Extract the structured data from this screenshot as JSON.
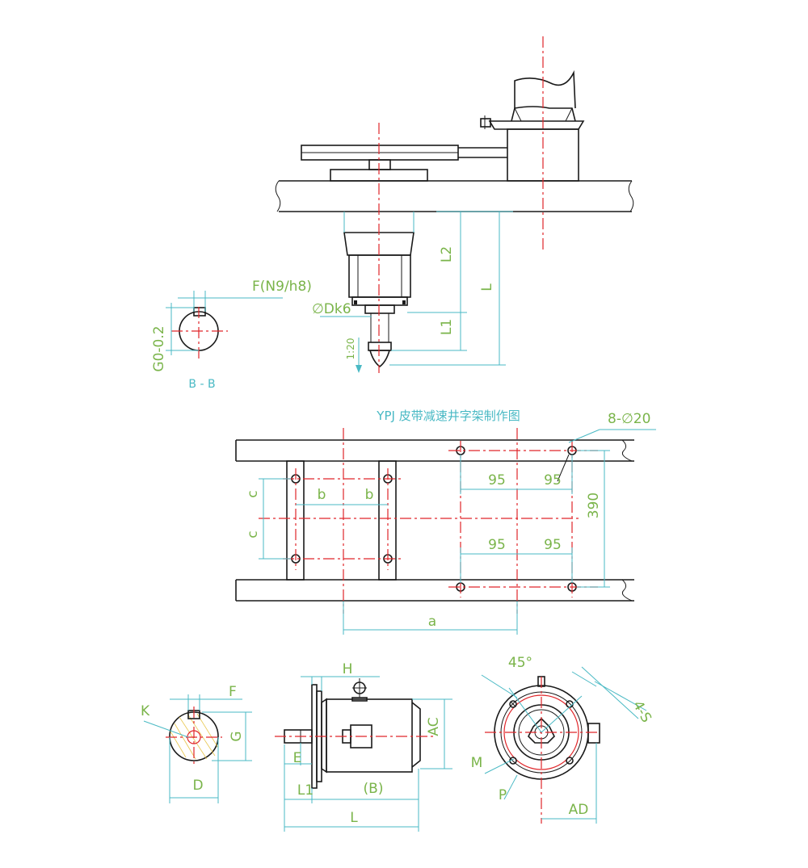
{
  "colors": {
    "outline": "#1a1a1a",
    "dimension": "#49b9c4",
    "centerline": "#e0262a",
    "label": "#7ab44a",
    "hatch": "#e8c64c"
  },
  "title": "YPJ 皮带减速井字架制作图",
  "top_view": {
    "L2": "L2",
    "L": "L",
    "L1": "L1",
    "Dk6": "∅Dk6",
    "taper": "1:20"
  },
  "section_bb": {
    "F": "F(N9/h8)",
    "G": "G0-0.2",
    "label": "B - B"
  },
  "frame_plan": {
    "holes": "8-∅20",
    "spacing_top_left": "95",
    "spacing_top_right": "95",
    "spacing_bot_left": "95",
    "spacing_bot_right": "95",
    "height": "390",
    "c_upper": "c",
    "c_lower": "c",
    "b_left": "b",
    "b_right": "b",
    "a": "a"
  },
  "motor": {
    "K": "K",
    "F": "F",
    "G": "G",
    "D": "D",
    "H": "H",
    "E": "E",
    "AC": "AC",
    "L1": "L1",
    "B": "(B)",
    "L": "L",
    "angle": "45°",
    "S": "4-S",
    "M": "M",
    "P": "P",
    "AD": "AD"
  }
}
